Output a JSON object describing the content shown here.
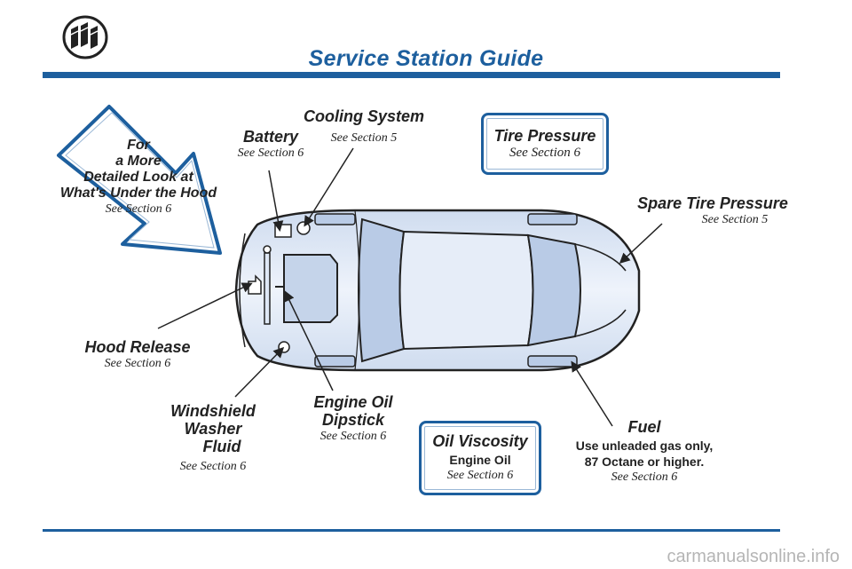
{
  "page": {
    "title": "Service Station Guide",
    "watermark": "carmanualsonline.info"
  },
  "arrow_callout": {
    "line1": "For",
    "line2": "a More",
    "line3": "Detailed Look at",
    "line4": "What's Under the Hood",
    "ref": "See Section 6"
  },
  "labels": {
    "battery": {
      "title": "Battery",
      "ref": "See Section 6"
    },
    "cooling": {
      "title": "Cooling System",
      "ref": "See Section 5"
    },
    "tire_pressure": {
      "title": "Tire Pressure",
      "ref": "See Section 6"
    },
    "spare_tire": {
      "title": "Spare Tire Pressure",
      "ref": "See Section 5"
    },
    "hood_release": {
      "title": "Hood Release",
      "ref": "See Section 6"
    },
    "washer": {
      "title1": "Windshield Washer",
      "title2": "Fluid",
      "ref": "See Section 6"
    },
    "dipstick": {
      "title": "Engine Oil Dipstick",
      "ref": "See Section 6"
    },
    "oil_viscosity": {
      "title": "Oil Viscosity",
      "line": "Engine Oil",
      "ref": "See Section 6"
    },
    "fuel": {
      "title": "Fuel",
      "line1": "Use unleaded gas only,",
      "line2": "87 Octane or higher.",
      "ref": "See Section 6"
    }
  },
  "colors": {
    "accent": "#1d5f9e",
    "car_fill": "#dfe8f6",
    "car_shade": "#b9cbe6"
  }
}
